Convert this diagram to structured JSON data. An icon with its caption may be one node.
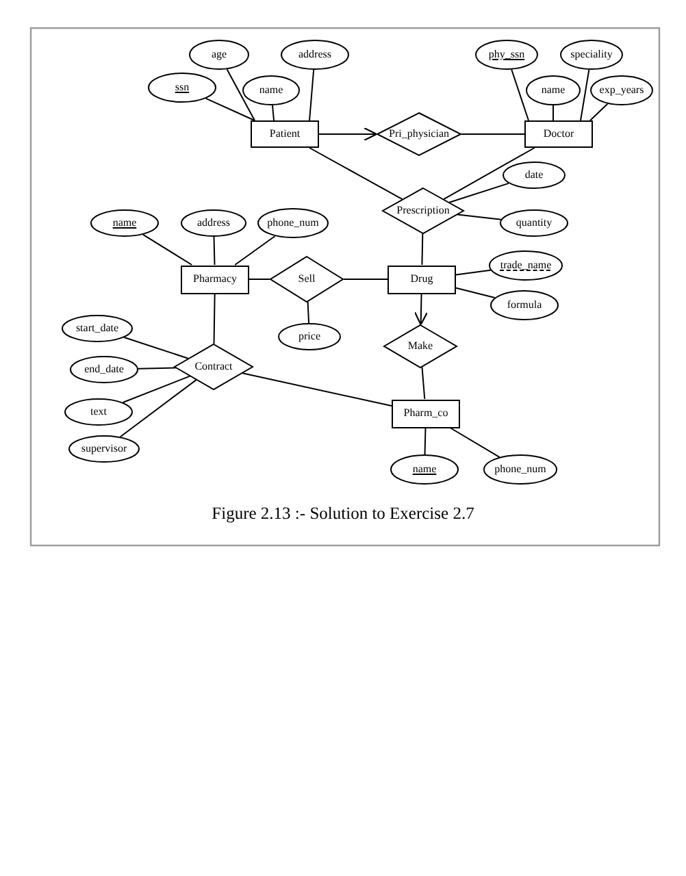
{
  "diagram": {
    "caption": "Figure 2.13 :- Solution to Exercise 2.7",
    "nodes": [
      {
        "text": [
          "age"
        ]
      },
      {
        "text": [
          "address"
        ]
      },
      {
        "text": [
          "ssn"
        ]
      },
      {
        "text": [
          "name"
        ]
      },
      {
        "text": [
          "phy_ssn"
        ]
      },
      {
        "text": [
          "speciality"
        ]
      },
      {
        "text": [
          "name"
        ]
      },
      {
        "text": [
          "exp_years"
        ]
      },
      {
        "text": [
          "Patient"
        ]
      },
      {
        "text": [
          "Pri_physician"
        ]
      },
      {
        "text": [
          "Doctor"
        ]
      },
      {
        "text": [
          "date"
        ]
      },
      {
        "text": [
          "Prescription"
        ]
      },
      {
        "text": [
          "quantity"
        ]
      },
      {
        "text": [
          "name"
        ]
      },
      {
        "text": [
          "address"
        ]
      },
      {
        "text": [
          "phone_num"
        ]
      },
      {
        "text": [
          "Pharmacy"
        ]
      },
      {
        "text": [
          "Sell"
        ]
      },
      {
        "text": [
          "Drug"
        ]
      },
      {
        "text": [
          "trade_name"
        ]
      },
      {
        "text": [
          "formula"
        ]
      },
      {
        "text": [
          "start_date"
        ]
      },
      {
        "text": [
          "price"
        ]
      },
      {
        "text": [
          "Make"
        ]
      },
      {
        "text": [
          "end_date"
        ]
      },
      {
        "text": [
          "Contract"
        ]
      },
      {
        "text": [
          "text"
        ]
      },
      {
        "text": [
          "supervisor"
        ]
      },
      {
        "text": [
          "Pharm_co"
        ]
      },
      {
        "text": [
          "name"
        ]
      },
      {
        "text": [
          "phone_num"
        ]
      }
    ],
    "edges": [
      {
        "from": 2,
        "to": 8,
        "arrow": "none"
      },
      {
        "from": 0,
        "to": 8,
        "arrow": "none"
      },
      {
        "from": 3,
        "to": 8,
        "arrow": "none"
      },
      {
        "from": 1,
        "to": 8,
        "arrow": "none"
      },
      {
        "from": 4,
        "to": 10,
        "arrow": "none"
      },
      {
        "from": 6,
        "to": 10,
        "arrow": "none"
      },
      {
        "from": 5,
        "to": 10,
        "arrow": "none"
      },
      {
        "from": 7,
        "to": 10,
        "arrow": "none"
      },
      {
        "from": 8,
        "to": 9,
        "arrow": "to"
      },
      {
        "from": 9,
        "to": 10,
        "arrow": "none"
      },
      {
        "from": 8,
        "to": 12,
        "arrow": "none"
      },
      {
        "from": 10,
        "to": 12,
        "arrow": "none"
      },
      {
        "from": 12,
        "to": 11,
        "arrow": "none"
      },
      {
        "from": 12,
        "to": 13,
        "arrow": "none"
      },
      {
        "from": 12,
        "to": 19,
        "arrow": "none"
      },
      {
        "from": 14,
        "to": 17,
        "arrow": "none"
      },
      {
        "from": 15,
        "to": 17,
        "arrow": "none"
      },
      {
        "from": 16,
        "to": 17,
        "arrow": "none"
      },
      {
        "from": 17,
        "to": 18,
        "arrow": "none"
      },
      {
        "from": 18,
        "to": 19,
        "arrow": "none"
      },
      {
        "from": 18,
        "to": 23,
        "arrow": "none"
      },
      {
        "from": 19,
        "to": 20,
        "arrow": "none"
      },
      {
        "from": 19,
        "to": 21,
        "arrow": "none"
      },
      {
        "from": 19,
        "to": 24,
        "arrow": "to"
      },
      {
        "from": 24,
        "to": 29,
        "arrow": "none"
      },
      {
        "from": 17,
        "to": 26,
        "arrow": "none"
      },
      {
        "from": 22,
        "to": 26,
        "arrow": "none"
      },
      {
        "from": 25,
        "to": 26,
        "arrow": "none"
      },
      {
        "from": 27,
        "to": 26,
        "arrow": "none"
      },
      {
        "from": 28,
        "to": 26,
        "arrow": "none"
      },
      {
        "from": 26,
        "to": 29,
        "arrow": "none"
      },
      {
        "from": 29,
        "to": 30,
        "arrow": "none"
      },
      {
        "from": 29,
        "to": 31,
        "arrow": "none"
      }
    ]
  }
}
